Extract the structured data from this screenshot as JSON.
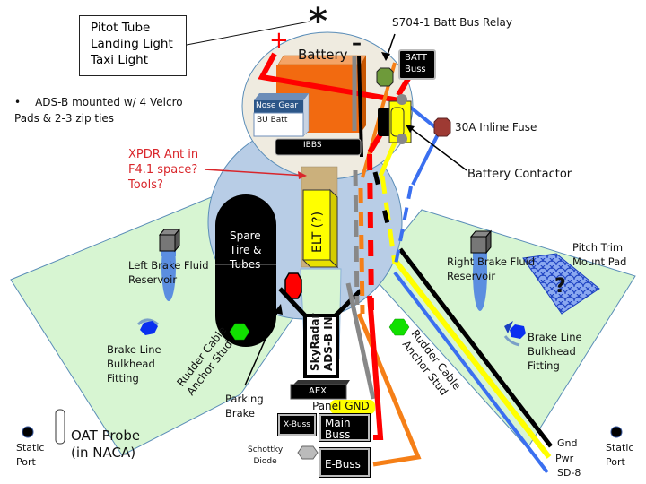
{
  "callout": {
    "lines": [
      "Pitot Tube",
      "Landing Light",
      "Taxi Light"
    ],
    "marker": "*"
  },
  "note": {
    "bullet": "•",
    "text_line1": "ADS-B mounted w/ 4 Velcro",
    "text_line2": "Pads & 2-3 zip ties"
  },
  "battery": {
    "label": "Battery",
    "plus": "+",
    "minus": "–"
  },
  "components": {
    "relay_label": "S704-1 Batt Bus Relay",
    "batt_buss_line1": "BATT",
    "batt_buss_line2": "Buss",
    "fuse_label": "30A Inline Fuse",
    "contactor_label": "Battery Contactor",
    "nose_gear_top": "Nose Gear",
    "nose_gear_bottom": "BU Batt",
    "ibbs": "IBBS",
    "elt": "ELT (?)",
    "xpdr_line1": "XPDR Ant in",
    "xpdr_line2": "F4.1 space?",
    "xpdr_line3": "Tools?",
    "spare_line1": "Spare",
    "spare_line2": "Tire &",
    "spare_line3": "Tubes",
    "left_reservoir_line1": "Left Brake Fluid",
    "left_reservoir_line2": "Reservoir",
    "right_reservoir_line1": "Right Brake Fluid",
    "right_reservoir_line2": "Reservoir",
    "pitch_trim_line1": "Pitch Trim",
    "pitch_trim_line2": "Mount Pad",
    "pitch_trim_mark": "?",
    "brake_line_l1": "Brake Line",
    "brake_line_l2": "Bulkhead",
    "brake_line_l3": "Fitting",
    "rudder_l1": "Rudder Cable",
    "rudder_l2": "Anchor Stud",
    "parking_l1": "Parking",
    "parking_l2": "Brake",
    "skyradar_l1": "SkyRadar",
    "skyradar_l2": "ADS-B IN",
    "aex": "AEX",
    "panel_gnd": "Panel GND",
    "x_buss": "X-Buss",
    "main_buss_l1": "Main",
    "main_buss_l2": "Buss",
    "e_buss": "E-Buss",
    "schottky_l1": "Schottky",
    "schottky_l2": "Diode",
    "static_l1": "Static",
    "static_l2": "Port",
    "oat_l1": "OAT Probe",
    "oat_l2": "(in NACA)",
    "gnd": "Gnd",
    "pwr": "Pwr",
    "sd8": "SD-8"
  },
  "colors": {
    "battery": "#f26a10",
    "wire_red": "#ff0000",
    "wire_orange": "#f57f17",
    "wire_yellow": "#ffff00",
    "wire_blue": "#3a6ff0",
    "wire_black": "#000000",
    "wire_gray": "#888888",
    "bay_blue": "#b8cde6",
    "bay_beige": "#efebe0",
    "floor_green": "#d7f5d2",
    "relay_green": "#6e9a3a",
    "fuse_red": "#9e3a33",
    "stud_green": "#11e000",
    "xpdr_red": "#d9262b"
  }
}
